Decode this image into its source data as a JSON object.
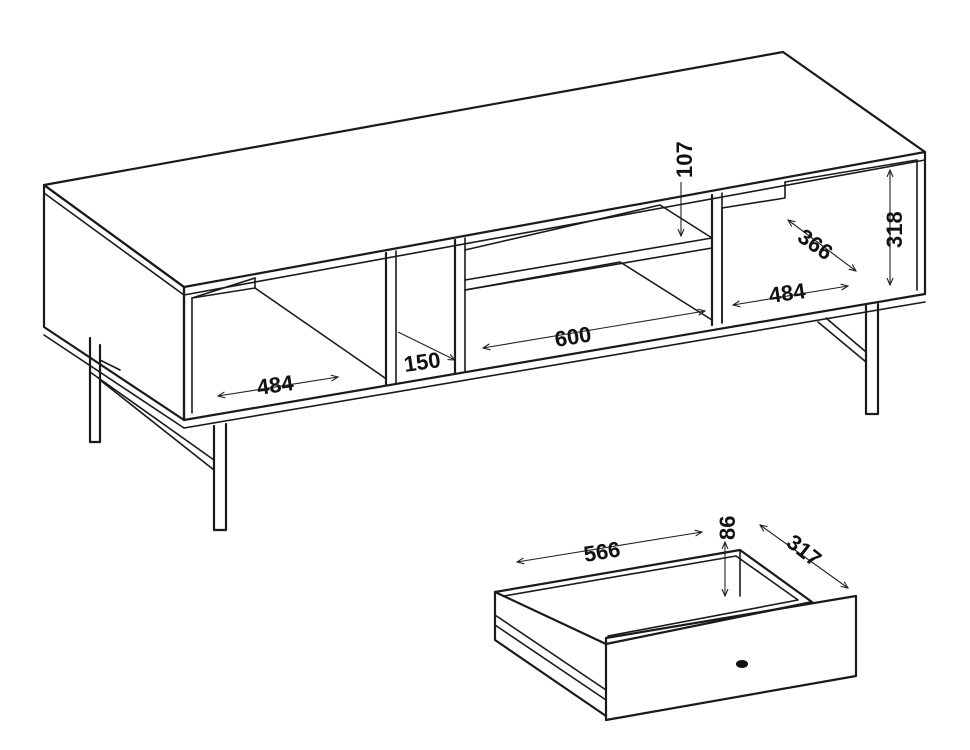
{
  "dimensions": {
    "left_width": "484",
    "partition_width": "150",
    "center_width": "600",
    "center_shelf_height": "107",
    "right_depth": "366",
    "right_height": "318",
    "right_width": "484",
    "drawer_width": "566",
    "drawer_height": "86",
    "drawer_depth": "317"
  }
}
